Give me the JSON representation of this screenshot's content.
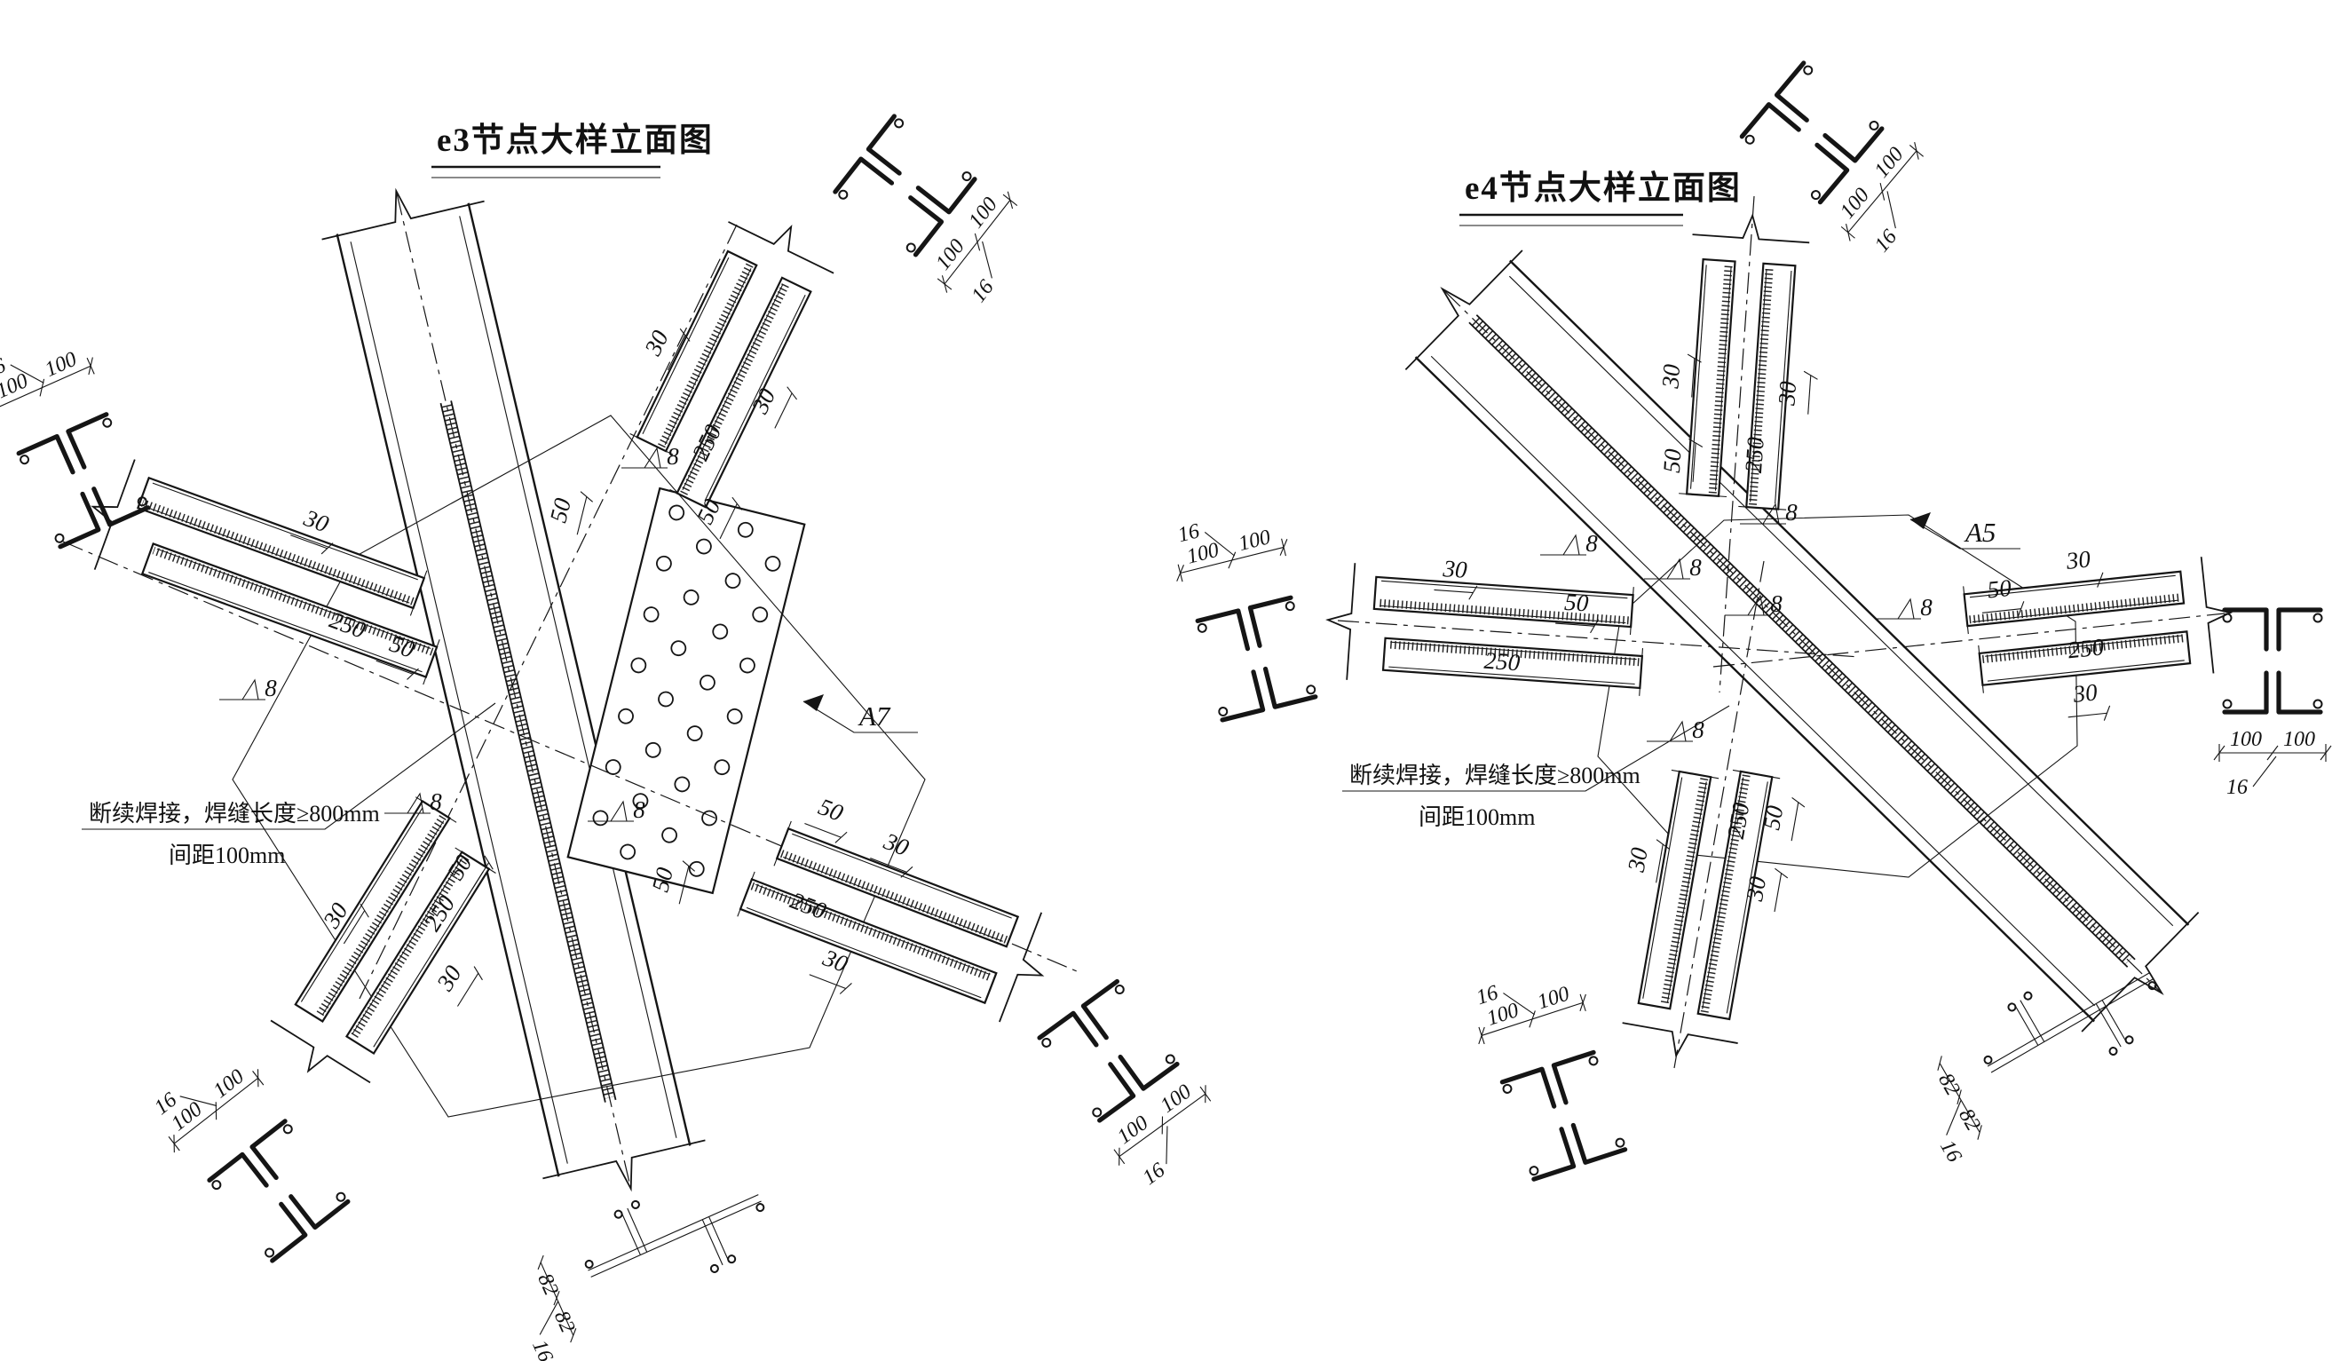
{
  "page": {
    "background": "#ffffff",
    "line_color": "#151515"
  },
  "diagrams": {
    "e3": {
      "title": "e3节点大样立面图",
      "view_label": "A7",
      "annotation": {
        "line1": "断续焊接，焊缝长度≥800mm",
        "line2": "间距100mm"
      }
    },
    "e4": {
      "title": "e4节点大样立面图",
      "view_label": "A5",
      "annotation": {
        "line1": "断续焊接，焊缝长度≥800mm",
        "line2": "间距100mm"
      }
    }
  },
  "dims": {
    "d30": "30",
    "d50": "50",
    "d250": "250",
    "d100": "100",
    "d16": "16",
    "d82": "82",
    "weld_size": "8"
  }
}
